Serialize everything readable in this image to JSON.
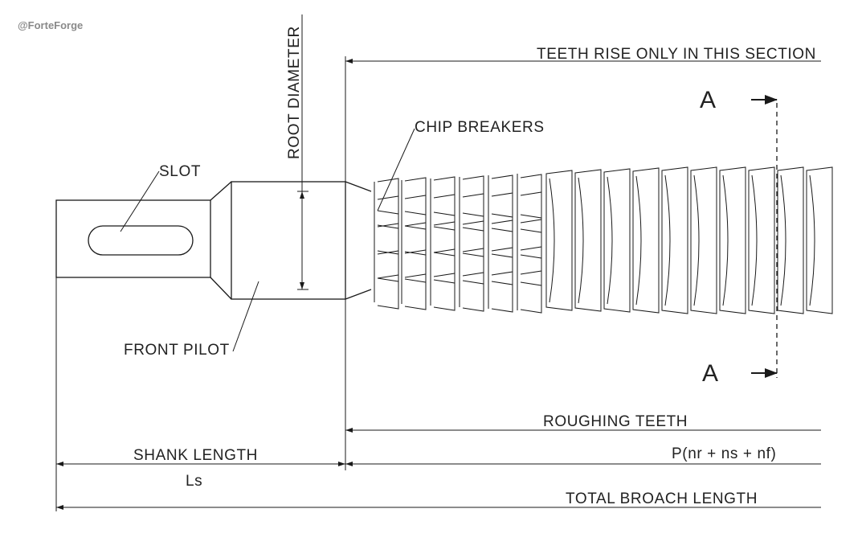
{
  "watermark": "@ForteForge",
  "labels": {
    "slot": "SLOT",
    "front_pilot": "FRONT PILOT",
    "root_diameter": "ROOT DIAMETER",
    "chip_breakers": "CHIP BREAKERS",
    "teeth_rise": "TEETH RISE ONLY IN THIS SECTION",
    "roughing_teeth": "ROUGHING TEETH",
    "shank_length": "SHANK LENGTH",
    "ls": "Ls",
    "formula": "P(nr + ns + nf)",
    "total_length": "TOTAL BROACH LENGTH",
    "section_top": "A",
    "section_bottom": "A"
  }
}
